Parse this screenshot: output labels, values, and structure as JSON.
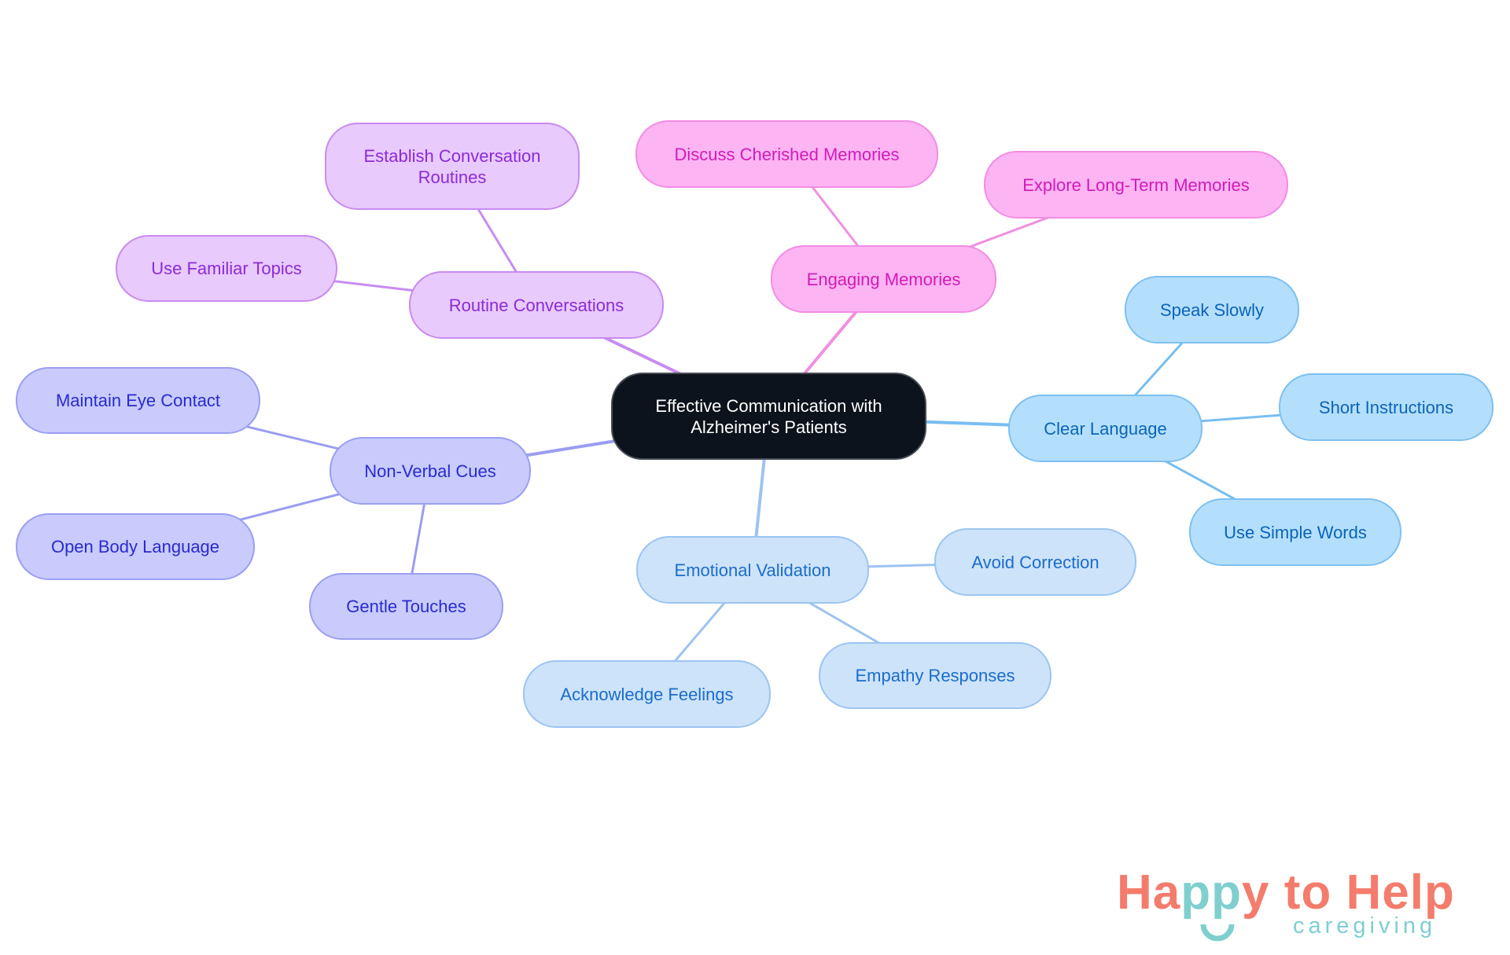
{
  "mindmap": {
    "root": {
      "id": "root",
      "label": "Effective Communication with Alzheimer's Patients"
    },
    "branches": [
      {
        "id": "routine",
        "label": "Routine Conversations",
        "palette": "purple",
        "children": [
          {
            "id": "establish",
            "label": "Establish Conversation Routines"
          },
          {
            "id": "familiar",
            "label": "Use Familiar Topics"
          }
        ]
      },
      {
        "id": "memories",
        "label": "Engaging Memories",
        "palette": "pink",
        "children": [
          {
            "id": "cherished",
            "label": "Discuss Cherished Memories"
          },
          {
            "id": "longterm",
            "label": "Explore Long-Term Memories"
          }
        ]
      },
      {
        "id": "clear",
        "label": "Clear Language",
        "palette": "sky",
        "children": [
          {
            "id": "slowly",
            "label": "Speak Slowly"
          },
          {
            "id": "short",
            "label": "Short Instructions"
          },
          {
            "id": "simple",
            "label": "Use Simple Words"
          }
        ]
      },
      {
        "id": "emotional",
        "label": "Emotional Validation",
        "palette": "lightblue",
        "children": [
          {
            "id": "avoid",
            "label": "Avoid Correction"
          },
          {
            "id": "empathy",
            "label": "Empathy Responses"
          },
          {
            "id": "acknowledge",
            "label": "Acknowledge Feelings"
          }
        ]
      },
      {
        "id": "nonverbal",
        "label": "Non-Verbal Cues",
        "palette": "periwinkle",
        "children": [
          {
            "id": "eye",
            "label": "Maintain Eye Contact"
          },
          {
            "id": "body",
            "label": "Open Body Language"
          },
          {
            "id": "touch",
            "label": "Gentle Touches"
          }
        ]
      }
    ]
  },
  "palettes": {
    "purple": {
      "fill": "#e8cafd",
      "border": "#c98bef",
      "text": "#8b2bd8",
      "line": "#c88cf0"
    },
    "pink": {
      "fill": "#fdb4f3",
      "border": "#f28de3",
      "text": "#d11bb8",
      "line": "#f090e0"
    },
    "sky": {
      "fill": "#b4dffc",
      "border": "#7dc0f0",
      "text": "#0a64b8",
      "line": "#78bef0"
    },
    "lightblue": {
      "fill": "#cde3fa",
      "border": "#9cc5f0",
      "text": "#1a6ccb",
      "line": "#9ec3f0"
    },
    "periwinkle": {
      "fill": "#c8cbfc",
      "border": "#9b9ff2",
      "text": "#2a2acf",
      "line": "#9b9df0"
    }
  },
  "logo": {
    "part1": "Ha",
    "part2": "pp",
    "part3": "y to Help",
    "tagline": "caregiving",
    "primary_color": "#f47c6c",
    "accent_color": "#7fcfcf"
  }
}
